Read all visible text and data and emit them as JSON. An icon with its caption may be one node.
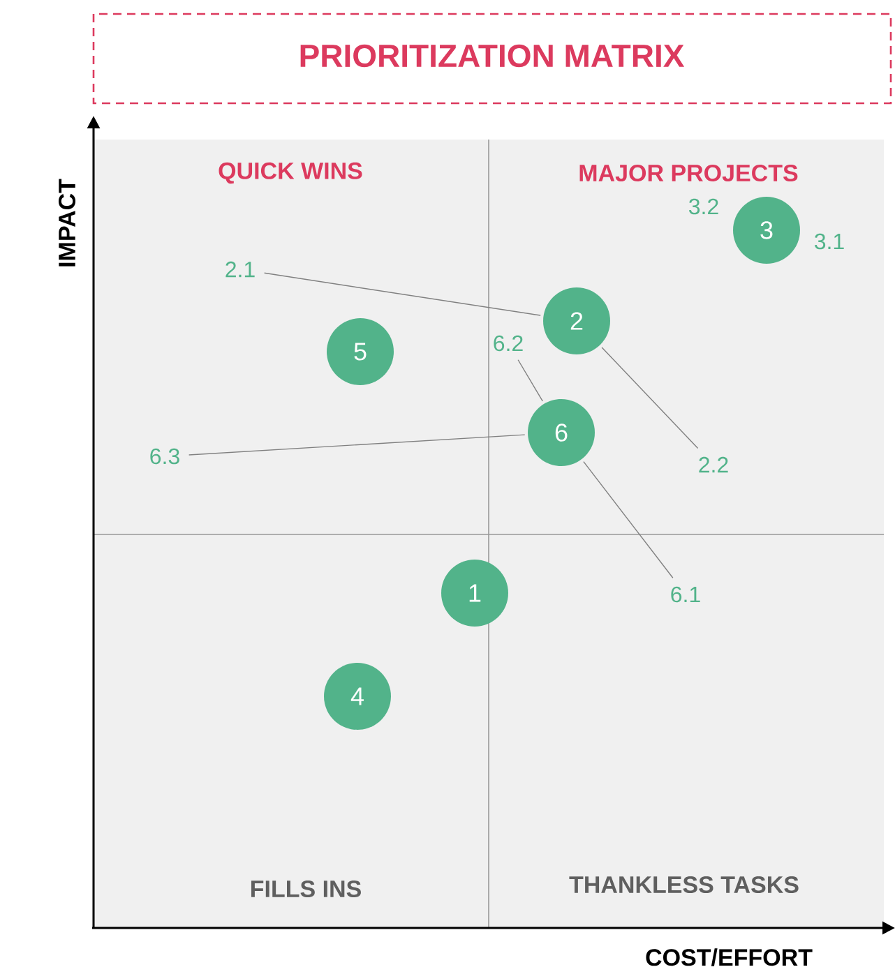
{
  "diagram": {
    "title": "PRIORITIZATION MATRIX",
    "nodes": [
      {
        "text": [
          "1"
        ]
      },
      {
        "text": [
          "2"
        ]
      },
      {
        "text": [
          "3"
        ]
      },
      {
        "text": [
          "4"
        ]
      },
      {
        "text": [
          "5"
        ]
      },
      {
        "text": [
          "6"
        ]
      },
      {
        "text": [
          "2.1"
        ]
      },
      {
        "text": [
          "2.2"
        ]
      },
      {
        "text": [
          "6.1"
        ]
      },
      {
        "text": [
          "6.2"
        ]
      },
      {
        "text": [
          "6.3"
        ]
      }
    ],
    "edges": [
      {
        "from": 6,
        "to": 1,
        "arrow": "none"
      },
      {
        "from": 7,
        "to": 1,
        "arrow": "none"
      },
      {
        "from": 8,
        "to": 5,
        "arrow": "none"
      },
      {
        "from": 9,
        "to": 5,
        "arrow": "none"
      },
      {
        "from": 10,
        "to": 5,
        "arrow": "none"
      }
    ],
    "labels": [
      "IMPACT",
      "QUICK WINS",
      "MAJOR PROJECTS",
      "3.2",
      "3.1",
      "FILLS INS",
      "THANKLESS TASKS",
      "COST/EFFORT"
    ]
  }
}
